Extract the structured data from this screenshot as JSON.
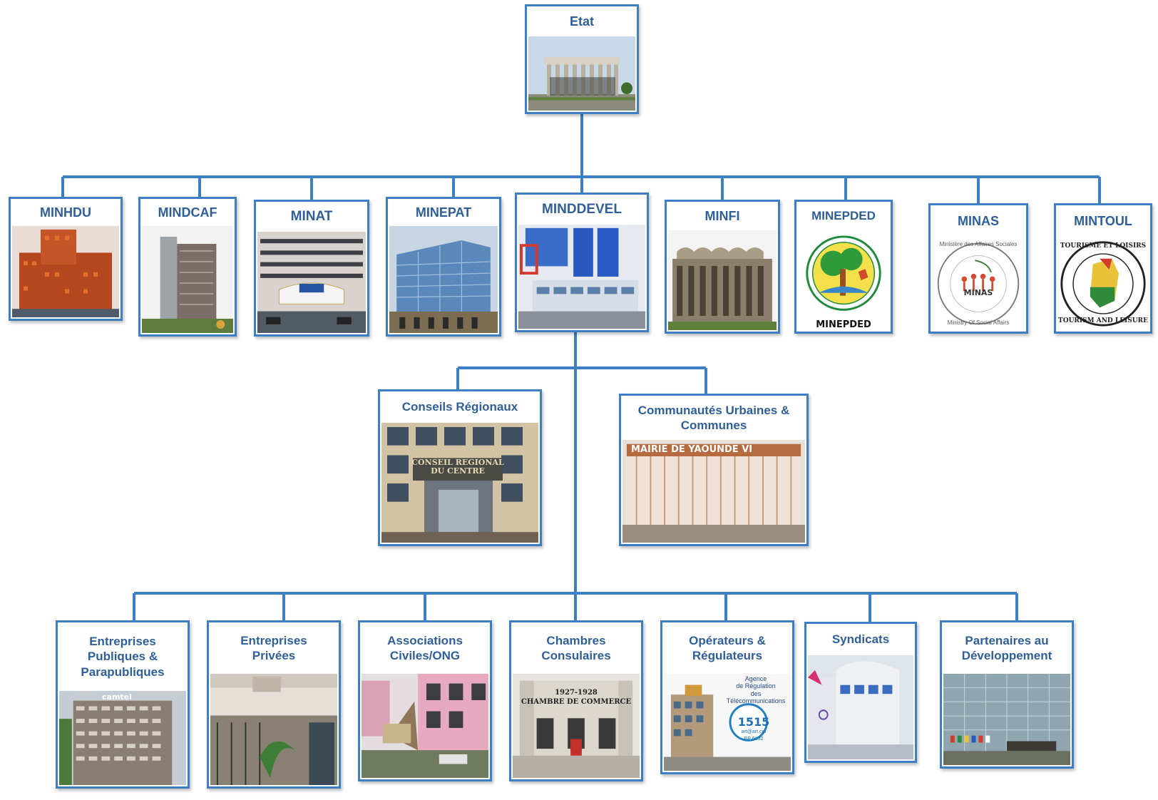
{
  "root": {
    "label": "Etat",
    "image": "presidential-palace-building"
  },
  "ministries": [
    {
      "label": "MINHDU",
      "image": "orange-brick-building"
    },
    {
      "label": "MINDCAF",
      "image": "tall-grey-tower"
    },
    {
      "label": "MINAT",
      "image": "white-office-building"
    },
    {
      "label": "MINEPAT",
      "image": "blue-glass-building"
    },
    {
      "label": "MINDDEVEL",
      "image": "modern-blue-red-building"
    },
    {
      "label": "MINFI",
      "image": "finance-ministry-building"
    },
    {
      "label": "MINEPDED",
      "image": "minepded-logo",
      "logo_caption": "MINEPDED"
    },
    {
      "label": "MINAS",
      "image": "minas-logo",
      "logo_lines": [
        "Ministère des Affaires Sociales",
        "MINAS",
        "Ministry Of Social Affairs"
      ]
    },
    {
      "label": "MINTOUL",
      "image": "mintoul-logo",
      "logo_lines": [
        "TOURISME ET LOISIRS",
        "TOURISM AND LEISURE"
      ]
    }
  ],
  "territorial": [
    {
      "label": "Conseils Régionaux",
      "image": "regional-council-building",
      "sign": "CONSEIL REGIONAL\nDU CENTRE"
    },
    {
      "label": "Communautés Urbaines &\nCommunes",
      "image": "town-hall-building",
      "sign": "MAIRIE DE YAOUNDE VI"
    }
  ],
  "actors": [
    {
      "label": "Entreprises\nPubliques &\nParapubliques",
      "image": "camtel-building",
      "sign": "camtel"
    },
    {
      "label": "Entreprises\nPrivées",
      "image": "private-company-building",
      "sign": ""
    },
    {
      "label": "Associations\nCiviles/ONG",
      "image": "ngo-building",
      "sign": ""
    },
    {
      "label": "Chambres\nConsulaires",
      "image": "chamber-of-commerce-building",
      "sign": "1927-1928\nCHAMBRE DE COMMERCE"
    },
    {
      "label": "Opérateurs &\nRégulateurs",
      "image": "telecom-regulator-building",
      "sign": "Agence\nde Régulation\ndes Télécommunications",
      "badge": "1515",
      "badge_sub": "art@art.cm",
      "badge_sub2": "BP 6132"
    },
    {
      "label": "Syndicats",
      "image": "union-building",
      "sign": ""
    },
    {
      "label": "Partenaires au\nDéveloppement",
      "image": "glass-building-with-flags",
      "sign": ""
    }
  ],
  "colors": {
    "border": "#3d7fc4",
    "connector": "#3d7fc4",
    "label": "#2f5f98"
  }
}
